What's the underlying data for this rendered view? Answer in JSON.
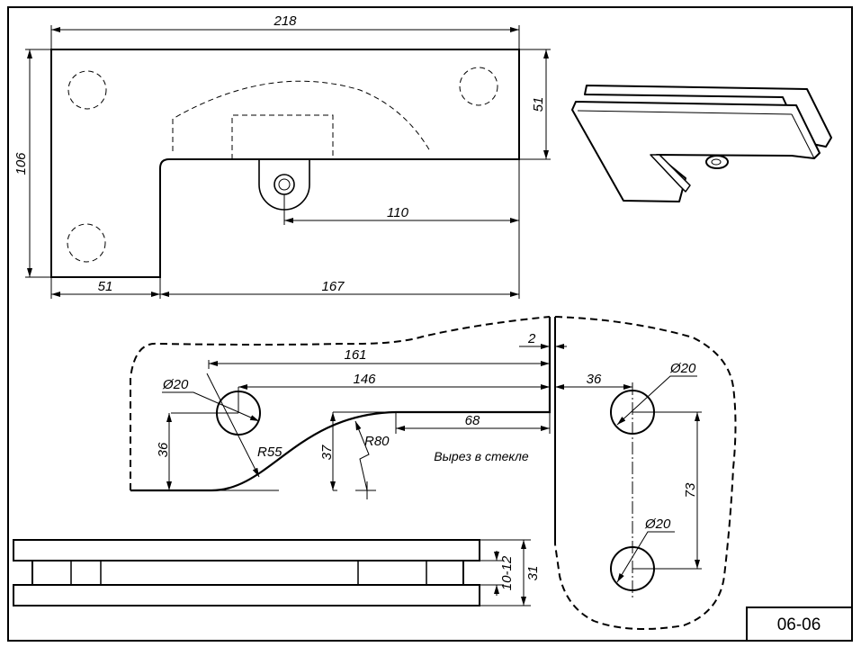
{
  "drawing": {
    "code": "06-06",
    "top_view": {
      "dims": {
        "overall_width": "218",
        "overall_height": "106",
        "upper_height": "51",
        "hole_offset": "110",
        "lower_left": "51",
        "lower_right": "167"
      }
    },
    "glass_cutout": {
      "dims": {
        "d161": "161",
        "d146": "146",
        "d68": "68",
        "d36": "36",
        "d37": "37",
        "gap": "2",
        "hole_dia": "Ø20",
        "r55": "R55",
        "r80": "R80"
      },
      "caption": "Вырез в стекле"
    },
    "hole_pattern": {
      "dims": {
        "offset": "36",
        "spacing": "73",
        "hole_dia_top": "Ø20",
        "hole_dia_bottom": "Ø20"
      }
    },
    "side_view": {
      "dims": {
        "glass_thickness": "10-12",
        "total_height": "31"
      }
    }
  }
}
